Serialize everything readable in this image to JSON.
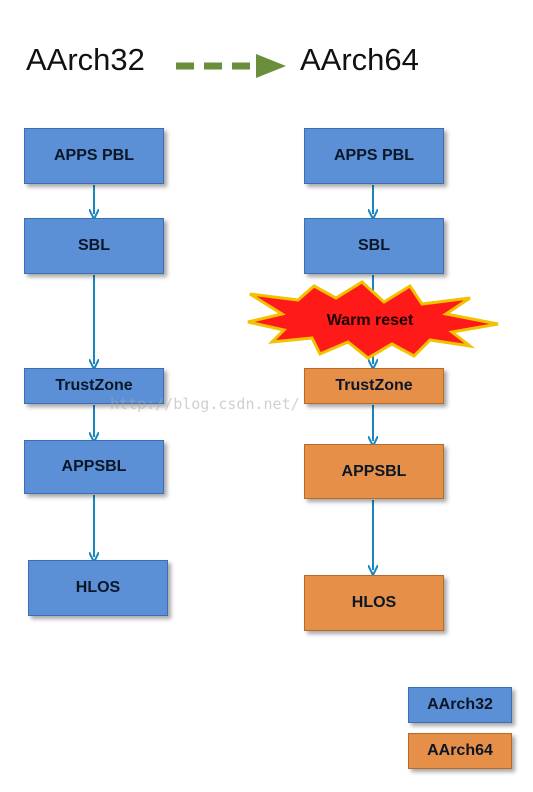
{
  "header": {
    "left_title": "AArch32",
    "right_title": "AArch64"
  },
  "left_chain": [
    "APPS PBL",
    "SBL",
    "TrustZone",
    "APPSBL",
    "HLOS"
  ],
  "right_chain": [
    "APPS PBL",
    "SBL",
    "TrustZone",
    "APPSBL",
    "HLOS"
  ],
  "event": {
    "label": "Warm reset"
  },
  "legend": {
    "aarch32": "AArch32",
    "aarch64": "AArch64"
  },
  "watermark": "http://blog.csdn.net/",
  "colors": {
    "aarch32": "#5b8fd6",
    "aarch64": "#e58f48",
    "arrow": "#1a86c0",
    "transition_arrow": "#6b8e3a",
    "burst": "#ff1a1a"
  }
}
